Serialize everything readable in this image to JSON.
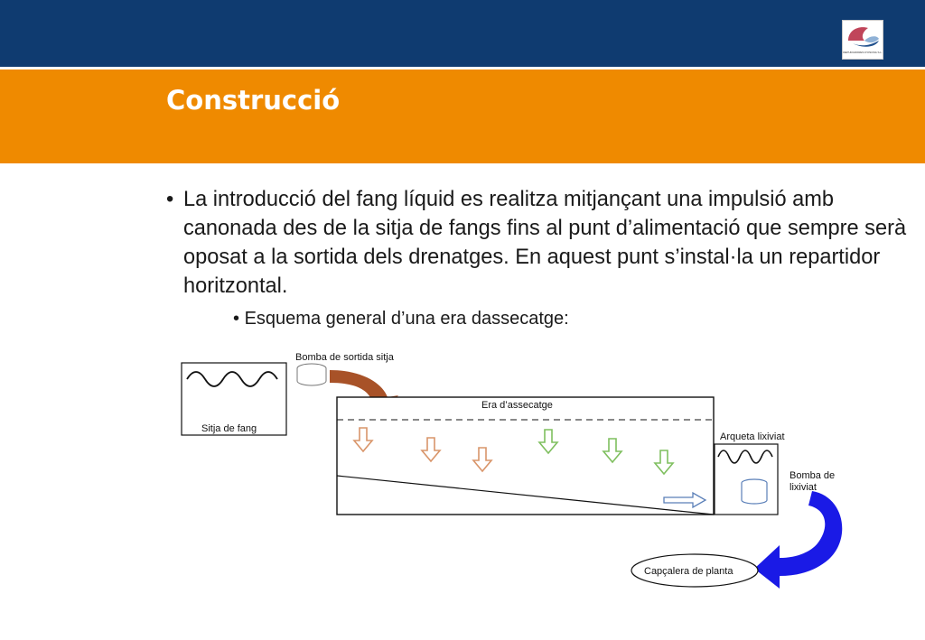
{
  "header": {
    "logo_text": "DEPURADORES D'OSONA S.L."
  },
  "title": "Construcció",
  "content": {
    "bullet_symbol": "•",
    "bullet_text": "La introducció del fang líquid es realitza mitjançant una impulsió amb canonada des de la sitja de fangs fins al punt d’alimentació que sempre serà oposat a la sortida dels drenatges. En aquest punt s’instal·la un repartidor horitzontal.",
    "sub_bullet_text": "Esquema general d’una era dassecatge:"
  },
  "diagram": {
    "labels": {
      "tank": "Sitja de fang",
      "pump_out": "Bomba de sortida sitja",
      "bed": "Era d’assecatge",
      "leachate_box": "Arqueta lixiviat",
      "leachate_pump_line1": "Bomba de",
      "leachate_pump_line2": "lixiviat",
      "plant_head": "Capçalera de planta"
    },
    "colors": {
      "brown_arrow": "#a85228",
      "blue_arrow": "#1a1ae6",
      "orange_down": "#d9956a",
      "green_down": "#7fbf5f",
      "pump_blue": "#5a7fb8"
    }
  }
}
